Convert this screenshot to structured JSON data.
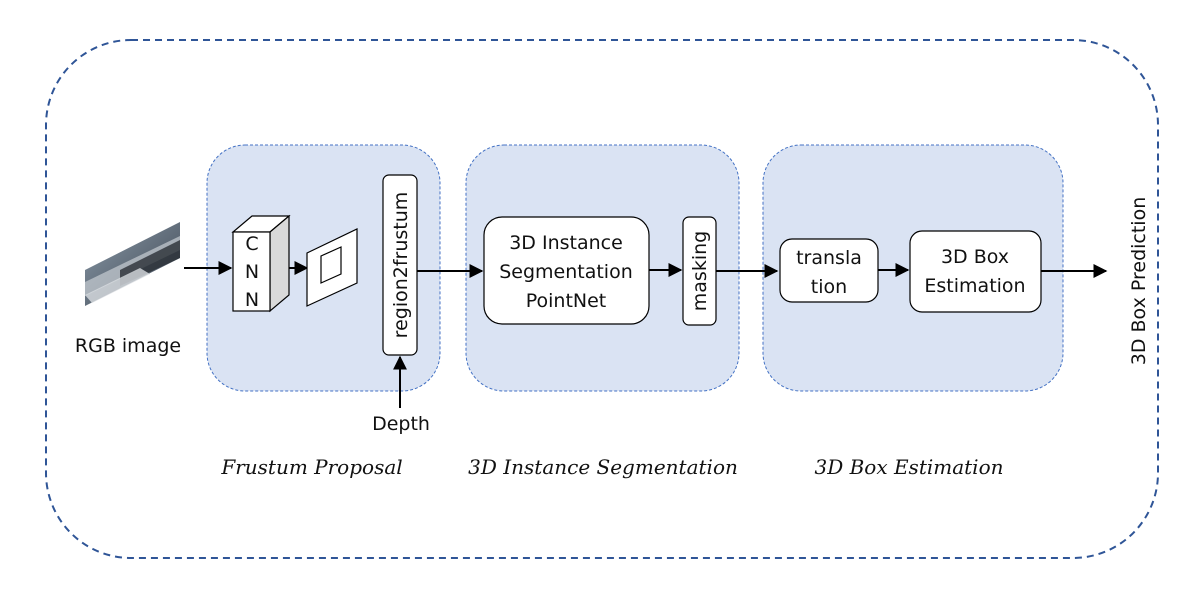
{
  "diagram": {
    "input_label": "RGB image",
    "cnn_letters": [
      "C",
      "N",
      "N"
    ],
    "region_label": "region2frustum",
    "depth_label": "Depth",
    "seg_lines": [
      "3D Instance",
      "Segmentation",
      "PointNet"
    ],
    "masking_label": "masking",
    "translation_lines": [
      "transla",
      "tion"
    ],
    "box_lines": [
      "3D Box",
      "Estimation"
    ],
    "output_label": "3D Box Prediction",
    "stage_titles": [
      "Frustum Proposal",
      "3D Instance Segmentation",
      "3D Box Estimation"
    ]
  },
  "colors": {
    "panel_fill": "#dae3f3",
    "border_blue": "#2f5597",
    "panel_border": "#4472c4"
  }
}
